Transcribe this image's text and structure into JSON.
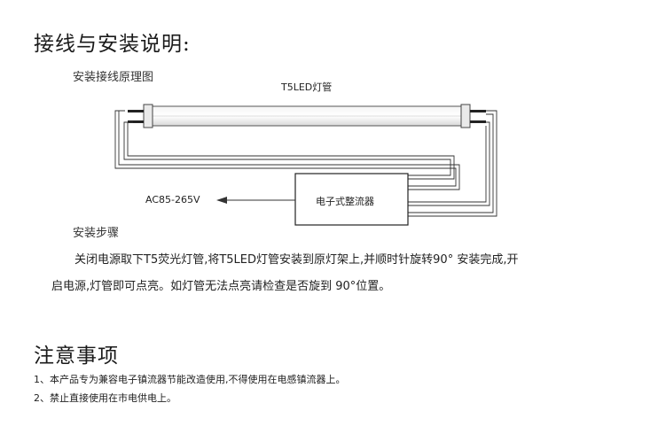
{
  "heading": "接线与安装说明:",
  "diagram": {
    "subtitle": "安装接线原理图",
    "tube_label": "T5LED灯管",
    "ballast_label": "电子式整流器",
    "voltage_label": "AC85-265V"
  },
  "install": {
    "heading": "安装步骤",
    "line1": "关闭电源取下T5荧光灯管,将T5LED灯管安装到原灯架上,并顺时针旋转90° 安装完成,开",
    "line2": "启电源,灯管即可点亮。如灯管无法点亮请检查是否旋到 90°位置。"
  },
  "notes": {
    "heading": "注意事项",
    "items": [
      "1、本产品专为兼容电子镇流器节能改造使用,不得使用在电感镇流器上。",
      "2、禁止直接使用在市电供电上。"
    ]
  }
}
